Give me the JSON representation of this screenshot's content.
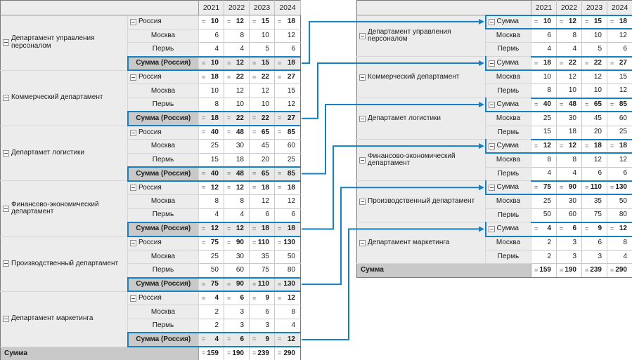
{
  "colors": {
    "arrow_blue": "#1581c3",
    "header_bg": "#ececec",
    "label_bg": "#ececec",
    "subtotal_label_bg": "#c9c9c9",
    "subtotal_value_bg": "#e9e9e9",
    "total_label_bg": "#c9c9c9"
  },
  "icons": {
    "collapse": "minus-square",
    "aggregation_marker": "="
  },
  "years": [
    "2021",
    "2022",
    "2023",
    "2024"
  ],
  "left_table": {
    "groups": [
      {
        "department": "Департамент управления персоналом",
        "rows": [
          {
            "label": "Россия",
            "type": "region",
            "icon": true,
            "eq": true,
            "bold": true,
            "values": [
              10,
              12,
              15,
              18
            ]
          },
          {
            "label": "Москва",
            "type": "city",
            "values": [
              6,
              8,
              10,
              12
            ]
          },
          {
            "label": "Пермь",
            "type": "city",
            "values": [
              4,
              4,
              5,
              6
            ]
          },
          {
            "label": "Сумма (Россия)",
            "type": "subtotal",
            "eq": true,
            "bold": true,
            "highlight": true,
            "values": [
              10,
              12,
              15,
              18
            ]
          }
        ]
      },
      {
        "department": "Коммерческий департамент",
        "rows": [
          {
            "label": "Россия",
            "type": "region",
            "icon": true,
            "eq": true,
            "bold": true,
            "values": [
              18,
              22,
              22,
              27
            ]
          },
          {
            "label": "Москва",
            "type": "city",
            "values": [
              10,
              12,
              12,
              15
            ]
          },
          {
            "label": "Пермь",
            "type": "city",
            "values": [
              8,
              10,
              10,
              12
            ]
          },
          {
            "label": "Сумма (Россия)",
            "type": "subtotal",
            "eq": true,
            "bold": true,
            "highlight": true,
            "values": [
              18,
              22,
              22,
              27
            ]
          }
        ]
      },
      {
        "department": "Департамет логистики",
        "rows": [
          {
            "label": "Россия",
            "type": "region",
            "icon": true,
            "eq": true,
            "bold": true,
            "values": [
              40,
              48,
              65,
              85
            ]
          },
          {
            "label": "Москва",
            "type": "city",
            "values": [
              25,
              30,
              45,
              60
            ]
          },
          {
            "label": "Пермь",
            "type": "city",
            "values": [
              15,
              18,
              20,
              25
            ]
          },
          {
            "label": "Сумма (Россия)",
            "type": "subtotal",
            "eq": true,
            "bold": true,
            "highlight": true,
            "values": [
              40,
              48,
              65,
              85
            ]
          }
        ]
      },
      {
        "department": "Финансово-экономический департамент",
        "rows": [
          {
            "label": "Россия",
            "type": "region",
            "icon": true,
            "eq": true,
            "bold": true,
            "values": [
              12,
              12,
              18,
              18
            ]
          },
          {
            "label": "Москва",
            "type": "city",
            "values": [
              8,
              8,
              12,
              12
            ]
          },
          {
            "label": "Пермь",
            "type": "city",
            "values": [
              4,
              4,
              6,
              6
            ]
          },
          {
            "label": "Сумма (Россия)",
            "type": "subtotal",
            "eq": true,
            "bold": true,
            "highlight": true,
            "values": [
              12,
              12,
              18,
              18
            ]
          }
        ]
      },
      {
        "department": "Производственный департамент",
        "rows": [
          {
            "label": "Россия",
            "type": "region",
            "icon": true,
            "eq": true,
            "bold": true,
            "values": [
              75,
              90,
              110,
              130
            ]
          },
          {
            "label": "Москва",
            "type": "city",
            "values": [
              25,
              30,
              35,
              50
            ]
          },
          {
            "label": "Пермь",
            "type": "city",
            "values": [
              50,
              60,
              75,
              80
            ]
          },
          {
            "label": "Сумма (Россия)",
            "type": "subtotal",
            "eq": true,
            "bold": true,
            "highlight": true,
            "values": [
              75,
              90,
              110,
              130
            ]
          }
        ]
      },
      {
        "department": "Департамент маркетинга",
        "rows": [
          {
            "label": "Россия",
            "type": "region",
            "icon": true,
            "eq": true,
            "bold": true,
            "values": [
              4,
              6,
              9,
              12
            ]
          },
          {
            "label": "Москва",
            "type": "city",
            "values": [
              2,
              3,
              6,
              8
            ]
          },
          {
            "label": "Пермь",
            "type": "city",
            "values": [
              2,
              3,
              3,
              4
            ]
          },
          {
            "label": "Сумма (Россия)",
            "type": "subtotal",
            "eq": true,
            "bold": true,
            "highlight": true,
            "values": [
              4,
              6,
              9,
              12
            ]
          }
        ]
      }
    ],
    "total": {
      "label": "Сумма",
      "eq": true,
      "bold": true,
      "values": [
        159,
        190,
        239,
        290
      ]
    }
  },
  "right_table": {
    "groups": [
      {
        "department": "Департамент управления персоналом",
        "rows": [
          {
            "label": "Сумма",
            "type": "subtotal-r",
            "icon": true,
            "eq": true,
            "bold": true,
            "highlight": true,
            "values": [
              10,
              12,
              15,
              18
            ]
          },
          {
            "label": "Москва",
            "type": "city",
            "values": [
              6,
              8,
              10,
              12
            ]
          },
          {
            "label": "Пермь",
            "type": "city",
            "values": [
              4,
              4,
              5,
              6
            ]
          }
        ]
      },
      {
        "department": "Коммерческий департамент",
        "rows": [
          {
            "label": "Сумма",
            "type": "subtotal-r",
            "icon": true,
            "eq": true,
            "bold": true,
            "highlight": true,
            "values": [
              18,
              22,
              22,
              27
            ]
          },
          {
            "label": "Москва",
            "type": "city",
            "values": [
              10,
              12,
              12,
              15
            ]
          },
          {
            "label": "Пермь",
            "type": "city",
            "values": [
              8,
              10,
              10,
              12
            ]
          }
        ]
      },
      {
        "department": "Департамет логистики",
        "rows": [
          {
            "label": "Сумма",
            "type": "subtotal-r",
            "icon": true,
            "eq": true,
            "bold": true,
            "highlight": true,
            "values": [
              40,
              48,
              65,
              85
            ]
          },
          {
            "label": "Москва",
            "type": "city",
            "values": [
              25,
              30,
              45,
              60
            ]
          },
          {
            "label": "Пермь",
            "type": "city",
            "values": [
              15,
              18,
              20,
              25
            ]
          }
        ]
      },
      {
        "department": "Финансово-экономический департамент",
        "rows": [
          {
            "label": "Сумма",
            "type": "subtotal-r",
            "icon": true,
            "eq": true,
            "bold": true,
            "highlight": true,
            "values": [
              12,
              12,
              18,
              18
            ]
          },
          {
            "label": "Москва",
            "type": "city",
            "values": [
              8,
              8,
              12,
              12
            ]
          },
          {
            "label": "Пермь",
            "type": "city",
            "values": [
              4,
              4,
              6,
              6
            ]
          }
        ]
      },
      {
        "department": "Производственный департамент",
        "rows": [
          {
            "label": "Сумма",
            "type": "subtotal-r",
            "icon": true,
            "eq": true,
            "bold": true,
            "highlight": true,
            "values": [
              75,
              90,
              110,
              130
            ]
          },
          {
            "label": "Москва",
            "type": "city",
            "values": [
              25,
              30,
              35,
              50
            ]
          },
          {
            "label": "Пермь",
            "type": "city",
            "values": [
              50,
              60,
              75,
              80
            ]
          }
        ]
      },
      {
        "department": "Департамент маркетинга",
        "rows": [
          {
            "label": "Сумма",
            "type": "subtotal-r",
            "icon": true,
            "eq": true,
            "bold": true,
            "highlight": true,
            "values": [
              4,
              6,
              9,
              12
            ]
          },
          {
            "label": "Москва",
            "type": "city",
            "values": [
              2,
              3,
              6,
              8
            ]
          },
          {
            "label": "Пермь",
            "type": "city",
            "values": [
              2,
              3,
              3,
              4
            ]
          }
        ]
      }
    ],
    "total": {
      "label": "Сумма",
      "eq": true,
      "bold": true,
      "values": [
        159,
        190,
        239,
        290
      ]
    }
  },
  "arrows": [
    {
      "source_group": 0,
      "target_group": 0
    },
    {
      "source_group": 1,
      "target_group": 1
    },
    {
      "source_group": 2,
      "target_group": 2
    },
    {
      "source_group": 3,
      "target_group": 3
    },
    {
      "source_group": 4,
      "target_group": 4
    },
    {
      "source_group": 5,
      "target_group": 5
    }
  ]
}
